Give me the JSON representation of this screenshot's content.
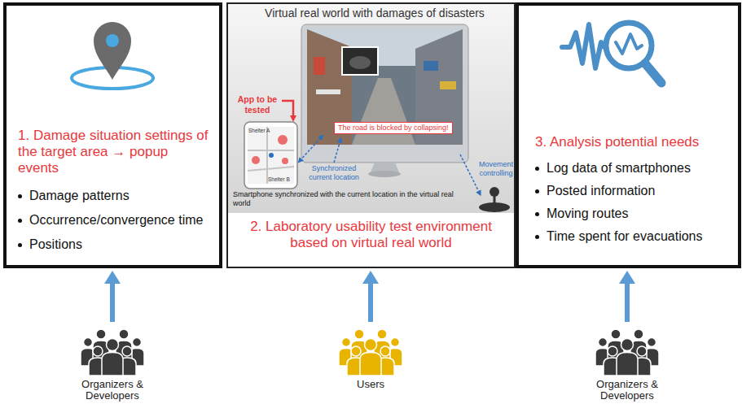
{
  "diagram": {
    "nodes": [
      {
        "text": [
          "1. Damage situation settings of the target area → popup events",
          "Damage patterns",
          "Occurrence/convergence time",
          "Positions"
        ]
      },
      {
        "text": [
          "2. Laboratory usability test environment based on virtual real world"
        ]
      },
      {
        "text": [
          "The road is blocked by collapsing!"
        ],
        "in": 1
      },
      {
        "text": [
          "3. Analysis potential needs",
          "Log data of smartphones",
          "Posted information",
          "Moving routes",
          "Time spent for evacuations"
        ]
      },
      {
        "text": [
          "Organizers & Developers"
        ]
      },
      {
        "text": [
          "Users"
        ]
      },
      {
        "text": [
          "Organizers & Developers"
        ]
      }
    ],
    "edges": [
      {
        "from": 4,
        "to": 0,
        "arrow": "to"
      },
      {
        "from": 5,
        "to": 1,
        "arrow": "to"
      },
      {
        "from": 6,
        "to": 3,
        "arrow": "to"
      }
    ],
    "labels": [
      "Virtual real world with damages of disasters",
      "App to be tested",
      "Synchronized current location",
      "Movement controlling",
      "Smartphone synchronized with the current location in the virtual real world",
      "Shelter A",
      "Shelter B"
    ]
  }
}
